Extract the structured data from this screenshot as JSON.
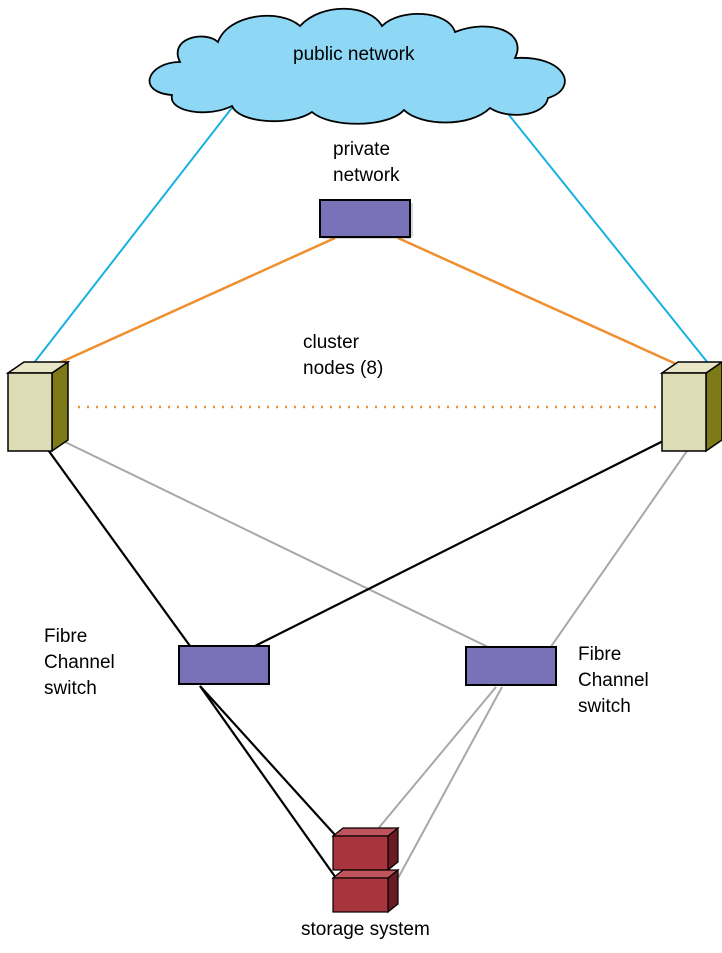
{
  "labels": {
    "public_network": "public network",
    "private_network": [
      "private",
      "network"
    ],
    "cluster_nodes": [
      "cluster",
      "nodes (8)"
    ],
    "fc_switch_left": [
      "Fibre",
      "Channel",
      "switch"
    ],
    "fc_switch_right": [
      "Fibre",
      "Channel",
      "switch"
    ],
    "storage_system": "storage system"
  },
  "colors": {
    "cloud_fill": "#8ed8f6",
    "cloud_stroke": "#000000",
    "public_link": "#1ab0e0",
    "private_link": "#ef8f2f",
    "node_link_dotted": "#ef8f2f",
    "primary_fc_link": "#000000",
    "secondary_fc_link": "#a8a8a8",
    "switch_fill": "#7a72b8",
    "node_front": "#dedcb4",
    "node_side": "#7f7a18",
    "storage_fill": "#a8343e",
    "storage_side": "#6a1a22"
  }
}
